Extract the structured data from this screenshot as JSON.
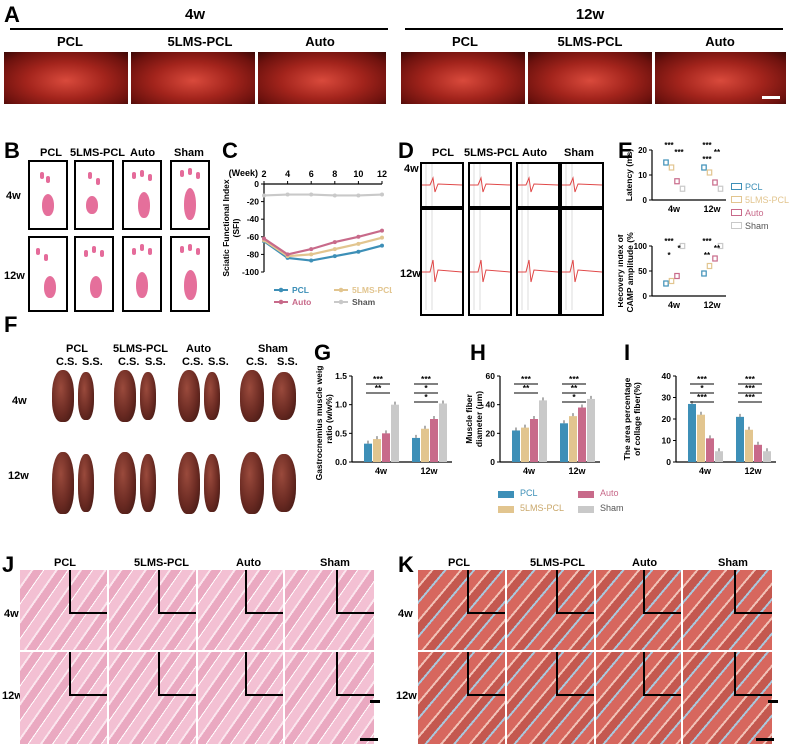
{
  "panels": {
    "A": "A",
    "B": "B",
    "C": "C",
    "D": "D",
    "E": "E",
    "F": "F",
    "G": "G",
    "H": "H",
    "I": "I",
    "J": "J",
    "K": "K"
  },
  "timepoints": {
    "w4": "4w",
    "w12": "12w"
  },
  "groups": {
    "pcl": "PCL",
    "lms": "5LMS-PCL",
    "auto": "Auto",
    "sham": "Sham"
  },
  "tissue": {
    "cs": "C.S.",
    "ss": "S.S."
  },
  "colors": {
    "pcl": "#3d8fb7",
    "lms": "#e2c58f",
    "auto": "#c86a8a",
    "sham": "#c9c9c9"
  },
  "chart_data": [
    {
      "panel": "C",
      "type": "line",
      "x": [
        2,
        4,
        6,
        8,
        10,
        12
      ],
      "xlabel": "(Week)",
      "ylabel": "Sciatic Functional Index (SFI)",
      "ylim": [
        -100,
        0
      ],
      "yticks": [
        0,
        -20,
        -40,
        -60,
        -80,
        -100
      ],
      "series": [
        {
          "name": "PCL",
          "color": "#3d8fb7",
          "values": [
            -65,
            -84,
            -87,
            -82,
            -77,
            -70
          ]
        },
        {
          "name": "5LMS-PCL",
          "color": "#e2c58f",
          "values": [
            -64,
            -82,
            -80,
            -74,
            -68,
            -61
          ]
        },
        {
          "name": "Auto",
          "color": "#c86a8a",
          "values": [
            -62,
            -80,
            -74,
            -66,
            -60,
            -53
          ]
        },
        {
          "name": "Sham",
          "color": "#c9c9c9",
          "values": [
            -13,
            -12,
            -12,
            -13,
            -13,
            -12
          ]
        }
      ],
      "legend": "bottom"
    },
    {
      "panel": "E-top",
      "type": "scatter",
      "categories": [
        "4w",
        "12w"
      ],
      "ylabel": "Latency (ms)",
      "ylim": [
        0,
        20
      ],
      "yticks": [
        0,
        10,
        20
      ],
      "series": [
        {
          "name": "PCL",
          "values": [
            15,
            13
          ]
        },
        {
          "name": "5LMS-PCL",
          "values": [
            13,
            11
          ]
        },
        {
          "name": "Auto",
          "values": [
            7.5,
            7
          ]
        },
        {
          "name": "Sham",
          "values": [
            4.5,
            4.5
          ]
        }
      ],
      "annotations": [
        [
          "***",
          "***"
        ],
        [
          "***",
          "**",
          "***"
        ]
      ]
    },
    {
      "panel": "E-bottom",
      "type": "scatter",
      "categories": [
        "4w",
        "12w"
      ],
      "ylabel": "Recovery index of CAMP amplitude (%)",
      "ylim": [
        0,
        100
      ],
      "yticks": [
        0,
        50,
        100
      ],
      "series": [
        {
          "name": "PCL",
          "values": [
            25,
            45
          ]
        },
        {
          "name": "5LMS-PCL",
          "values": [
            30,
            60
          ]
        },
        {
          "name": "Auto",
          "values": [
            40,
            75
          ]
        },
        {
          "name": "Sham",
          "values": [
            100,
            100
          ]
        }
      ],
      "annotations": [
        [
          "***",
          "*",
          "*"
        ],
        [
          "***",
          "**",
          "**"
        ]
      ]
    },
    {
      "panel": "G",
      "type": "bar",
      "categories": [
        "4w",
        "12w"
      ],
      "ylabel": "Gastrocnemius muscle weight ratio (w/w%)",
      "ylim": [
        0,
        1.5
      ],
      "yticks": [
        0.0,
        0.5,
        1.0,
        1.5
      ],
      "series": [
        {
          "name": "PCL",
          "values": [
            0.32,
            0.42
          ]
        },
        {
          "name": "5LMS-PCL",
          "values": [
            0.4,
            0.58
          ]
        },
        {
          "name": "Auto",
          "values": [
            0.5,
            0.75
          ]
        },
        {
          "name": "Sham",
          "values": [
            1.0,
            1.02
          ]
        }
      ],
      "annotations": [
        [
          "***",
          "**"
        ],
        [
          "***",
          "*",
          "*"
        ]
      ]
    },
    {
      "panel": "H",
      "type": "bar",
      "categories": [
        "4w",
        "12w"
      ],
      "ylabel": "Muscle fiber diameter (μm)",
      "ylim": [
        0,
        60
      ],
      "yticks": [
        0,
        20,
        40,
        60
      ],
      "series": [
        {
          "name": "PCL",
          "values": [
            22,
            27
          ]
        },
        {
          "name": "5LMS-PCL",
          "values": [
            24,
            32
          ]
        },
        {
          "name": "Auto",
          "values": [
            30,
            38
          ]
        },
        {
          "name": "Sham",
          "values": [
            43,
            44
          ]
        }
      ],
      "annotations": [
        [
          "***",
          "**"
        ],
        [
          "***",
          "**",
          "*"
        ]
      ]
    },
    {
      "panel": "I",
      "type": "bar",
      "categories": [
        "4w",
        "12w"
      ],
      "ylabel": "The area percentage of collage fiber(%)",
      "ylim": [
        0,
        40
      ],
      "yticks": [
        0,
        10,
        20,
        30,
        40
      ],
      "series": [
        {
          "name": "PCL",
          "values": [
            27,
            21
          ]
        },
        {
          "name": "5LMS-PCL",
          "values": [
            22,
            15
          ]
        },
        {
          "name": "Auto",
          "values": [
            11,
            8
          ]
        },
        {
          "name": "Sham",
          "values": [
            5,
            5
          ]
        }
      ],
      "annotations": [
        [
          "***",
          "*",
          "***"
        ],
        [
          "***",
          "***",
          "***"
        ]
      ]
    }
  ]
}
